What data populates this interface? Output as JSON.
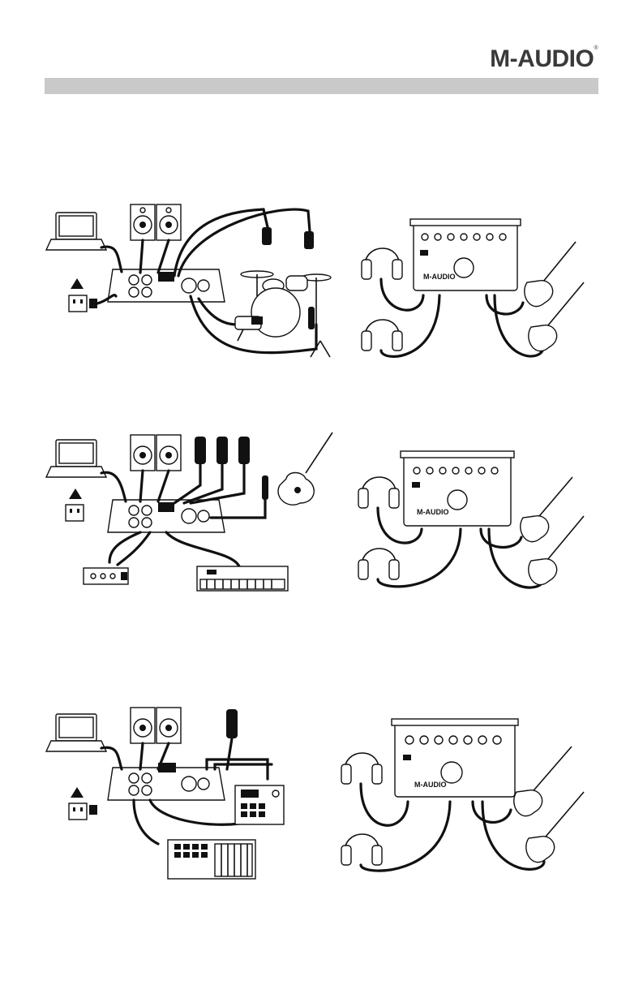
{
  "header": {
    "brand": "M-AUDIO",
    "trademark": "®"
  },
  "diagrams": [
    {
      "id": "row1-left"
    },
    {
      "id": "row1-right"
    },
    {
      "id": "row2-left"
    },
    {
      "id": "row2-right"
    },
    {
      "id": "row3-left"
    },
    {
      "id": "row3-right"
    }
  ],
  "interface_label": "M-AUDIO"
}
